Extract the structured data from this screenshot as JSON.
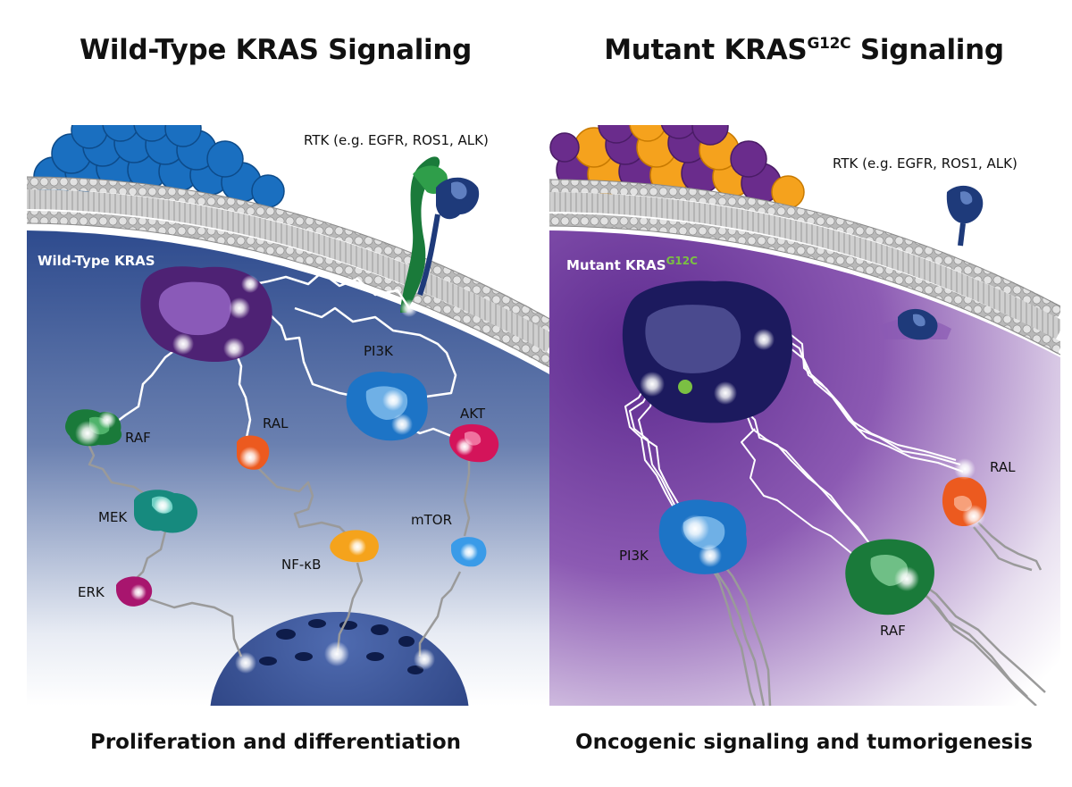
{
  "left_panel": {
    "title": "Wild-Type KRAS Signaling",
    "caption": "Proliferation and differentiation",
    "rtk_label": "RTK (e.g. EGFR, ROS1, ALK)",
    "kras_label": "Wild-Type KRAS",
    "nodes": {
      "raf": "RAF",
      "ral": "RAL",
      "pi3k": "PI3K",
      "akt": "AKT",
      "mek": "MEK",
      "erk": "ERK",
      "nfkb": "NF-κB",
      "mtor": "mTOR"
    }
  },
  "right_panel": {
    "title_main": "Mutant KRAS",
    "title_sup": "G12C",
    "title_tail": " Signaling",
    "caption": "Oncogenic signaling and tumorigenesis",
    "rtk_label": "RTK (e.g. EGFR, ROS1, ALK)",
    "kras_label_main": "Mutant KRAS",
    "kras_label_sup": "G12C",
    "nodes": {
      "pi3k": "PI3K",
      "raf": "RAF",
      "ral": "RAL"
    }
  },
  "colors": {
    "ligand_blue": "#1a6fc0",
    "ligand_purple": "#6a2c8c",
    "ligand_orange": "#f5a21d",
    "cytoplasm_blue": "#2e4b8e",
    "cytoplasm_purple": "#6b2d94",
    "kras_wt": "#4e2274",
    "kras_mut": "#1c1a5e",
    "raf_green": "#1a7a3a",
    "ral_orange": "#ec5a1f",
    "pi3k_blue": "#1d74c6",
    "akt_pink": "#d4145a",
    "mek_teal": "#168a7e",
    "erk_magenta": "#a8156e",
    "nfkb_yellow": "#f5a31c",
    "mtor_blue": "#3a9be8",
    "mutation_dot": "#7bc043"
  }
}
